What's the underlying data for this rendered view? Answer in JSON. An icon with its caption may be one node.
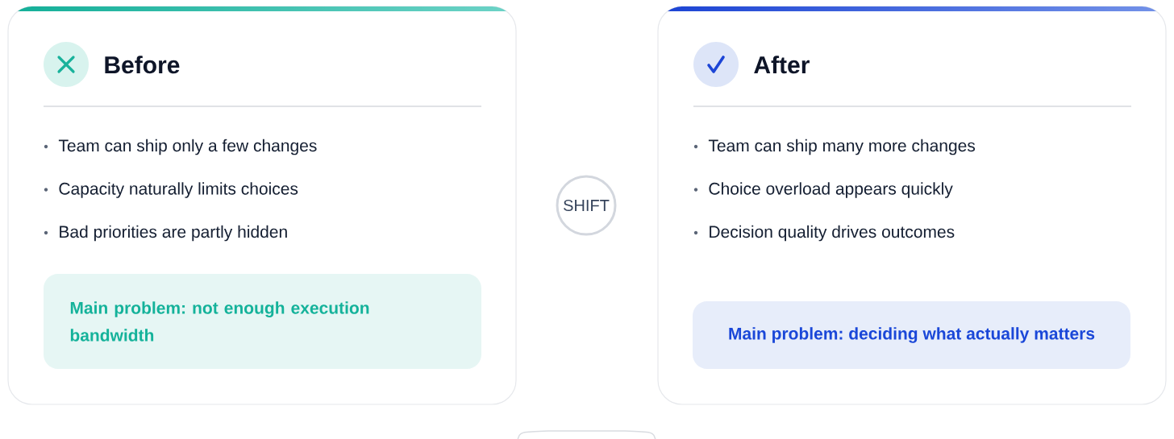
{
  "diagram": {
    "nodes": [
      {
        "text": [
          "Before",
          "Team can ship only a few changes",
          "Capacity naturally limits choices",
          "Bad priorities are partly hidden"
        ]
      },
      {
        "text": [
          "Main problem: not enough execution bandwidth"
        ],
        "in": 0
      },
      {
        "text": [
          "SHIFT"
        ]
      },
      {
        "text": [
          "After",
          "Team can ship many more changes",
          "Choice overload appears quickly",
          "Decision quality drives outcomes"
        ]
      },
      {
        "text": [
          "Main problem: deciding what actually matters"
        ],
        "in": 3
      },
      {
        "text": [],
        "shape": "box"
      }
    ]
  }
}
